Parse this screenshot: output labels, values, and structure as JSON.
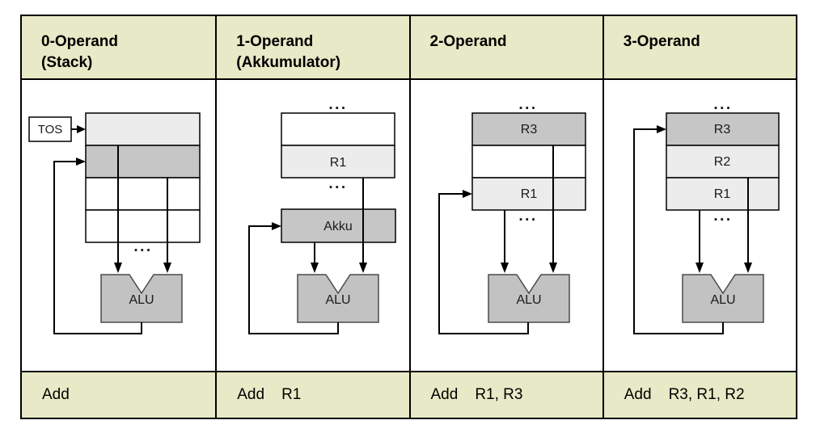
{
  "colors": {
    "band_background": "#e8e9c6",
    "cell_light_gray": "#ececec",
    "cell_dark_gray": "#c6c6c6",
    "alu_fill": "#c2c2c2",
    "alu_border": "#4a4a4a",
    "line_color": "#000000"
  },
  "columns": [
    {
      "header_line1": "0-Operand",
      "header_line2": "(Stack)",
      "tos_label": "TOS",
      "cells": [
        "",
        "",
        "",
        ""
      ],
      "dots_mid": "...",
      "alu_label": "ALU",
      "mnemonic": "Add",
      "operands": ""
    },
    {
      "header_line1": "1-Operand",
      "header_line2": "(Akkumulator)",
      "dots_top": "...",
      "cells": [
        "",
        "R1"
      ],
      "dots_mid": "...",
      "akku_label": "Akku",
      "alu_label": "ALU",
      "mnemonic": "Add",
      "operands": "R1"
    },
    {
      "header_line1": "2-Operand",
      "header_line2": "",
      "dots_top": "...",
      "cells": [
        "R3",
        "",
        "R1"
      ],
      "dots_mid": "...",
      "alu_label": "ALU",
      "mnemonic": "Add",
      "operands": "R1, R3"
    },
    {
      "header_line1": "3-Operand",
      "header_line2": "",
      "dots_top": "...",
      "cells": [
        "R3",
        "R2",
        "R1"
      ],
      "dots_mid": "...",
      "alu_label": "ALU",
      "mnemonic": "Add",
      "operands": "R3, R1, R2"
    }
  ]
}
